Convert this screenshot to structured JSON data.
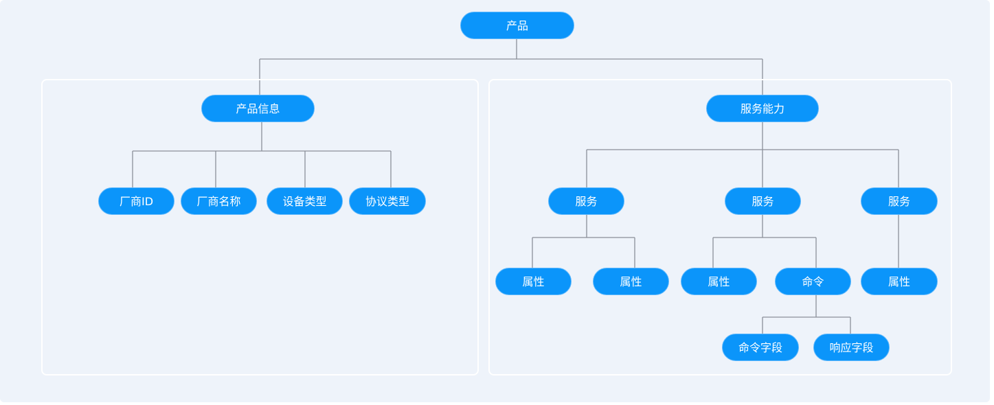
{
  "root": {
    "label": "产品"
  },
  "product_info": {
    "label": "产品信息",
    "children": [
      {
        "label": "厂商ID"
      },
      {
        "label": "厂商名称"
      },
      {
        "label": "设备类型"
      },
      {
        "label": "协议类型"
      }
    ]
  },
  "service_capability": {
    "label": "服务能力",
    "services": [
      {
        "label": "服务",
        "children": [
          {
            "label": "属性"
          },
          {
            "label": "属性"
          }
        ]
      },
      {
        "label": "服务",
        "children": [
          {
            "label": "属性"
          },
          {
            "label": "命令",
            "children": [
              {
                "label": "命令字段"
              },
              {
                "label": "响应字段"
              }
            ]
          }
        ]
      },
      {
        "label": "服务",
        "children": [
          {
            "label": "属性"
          }
        ]
      }
    ]
  },
  "colors": {
    "node": "#0b95fa",
    "line": "#8a8f99",
    "background": "#eef3fa",
    "panel_border": "#ffffff"
  }
}
